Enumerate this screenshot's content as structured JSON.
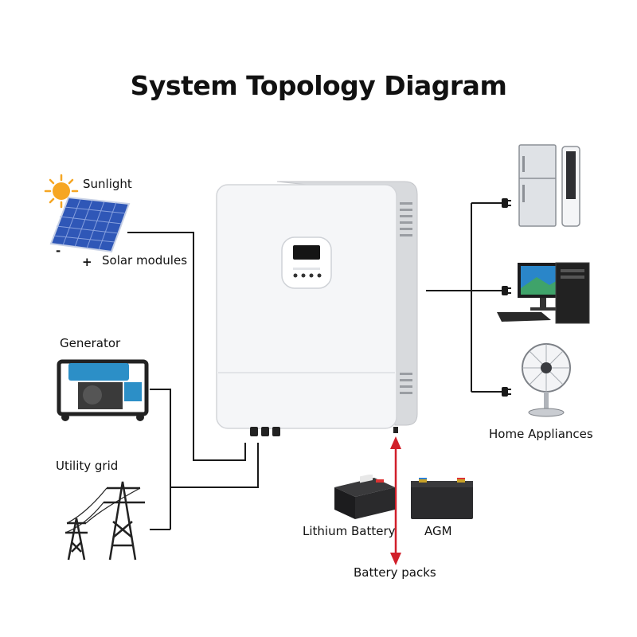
{
  "title": "System Topology Diagram",
  "labels": {
    "sunlight": "Sunlight",
    "solar_modules": "Solar modules",
    "minus": "-",
    "plus": "+",
    "generator": "Generator",
    "utility_grid": "Utility grid",
    "home_appliances": "Home Appliances",
    "lithium_battery": "Lithium Battery",
    "agm": "AGM",
    "battery_packs": "Battery packs"
  },
  "colors": {
    "line": "#1a1a1a",
    "arrow": "#d11f2a",
    "inverter_body": "#f2f3f5",
    "sun": "#f6a623",
    "panel": "#2f57b7"
  }
}
